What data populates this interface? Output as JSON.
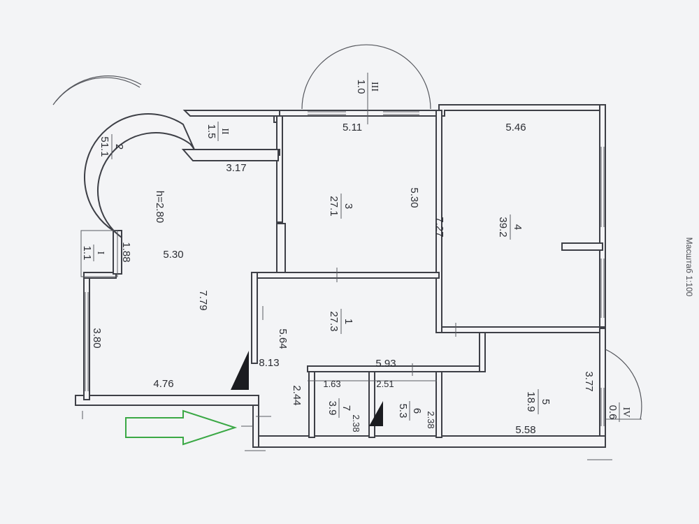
{
  "drawing": {
    "scale_label": "Масштаб 1:100",
    "height_label": "h=2.80",
    "colors": {
      "paper": "#f3f4f6",
      "ink": "#3d3f46",
      "entry_arrow": "#3aa845"
    },
    "entry_arrow_icon": "arrow-right-icon"
  },
  "rooms": [
    {
      "number": "1",
      "area": "27.3"
    },
    {
      "number": "2",
      "area": "51.1"
    },
    {
      "number": "3",
      "area": "27.1"
    },
    {
      "number": "4",
      "area": "39.2"
    },
    {
      "number": "5",
      "area": "18.9"
    },
    {
      "number": "6",
      "area": "5.3"
    },
    {
      "number": "7",
      "area": "3.9"
    }
  ],
  "balconies": [
    {
      "number": "I",
      "area": "1.1"
    },
    {
      "number": "II",
      "area": "1.5"
    },
    {
      "number": "III",
      "area": "1.0"
    },
    {
      "number": "IV",
      "area": "0.6"
    }
  ],
  "dimensions": {
    "d511": "5.11",
    "d546": "5.46",
    "d317": "3.17",
    "d530_room3": "5.30",
    "d727": "7.27",
    "d530_hall": "5.30",
    "d779": "7.79",
    "d188": "1.88",
    "d380": "3.80",
    "d564": "5.64",
    "d813": "8.13",
    "d476": "4.76",
    "d593": "5.93",
    "d163": "1.63",
    "d251": "2.51",
    "d244": "2.44",
    "d238a": "2.38",
    "d238b": "2.38",
    "d377": "3.77",
    "d558": "5.58"
  }
}
